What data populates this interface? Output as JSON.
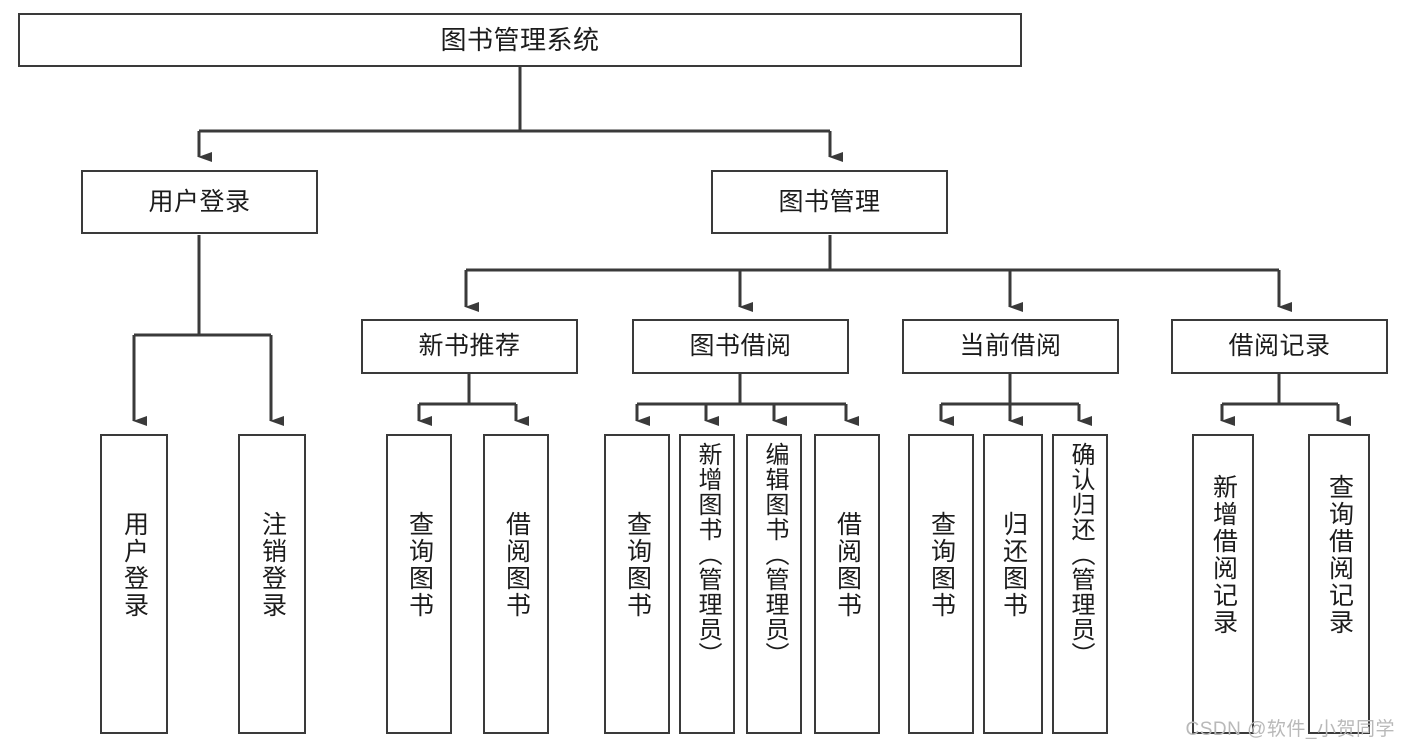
{
  "diagram": {
    "type": "tree-hierarchy-chart",
    "title": "图书管理系统",
    "watermark": "CSDN @软件_小贺同学",
    "colors": {
      "stroke": "#3a3a3a",
      "fill": "#ffffff",
      "text": "#1c1c1c",
      "watermark": "#b9b9b9"
    },
    "nodes": {
      "root": {
        "label": "图书管理系统",
        "orientation": "horizontal"
      },
      "level2": [
        {
          "id": "user-login",
          "label": "用户登录",
          "orientation": "horizontal"
        },
        {
          "id": "book-management",
          "label": "图书管理",
          "orientation": "horizontal"
        }
      ],
      "level3": [
        {
          "id": "new-book-recommend",
          "label": "新书推荐",
          "orientation": "horizontal"
        },
        {
          "id": "book-borrow",
          "label": "图书借阅",
          "orientation": "horizontal"
        },
        {
          "id": "current-borrow",
          "label": "当前借阅",
          "orientation": "horizontal"
        },
        {
          "id": "borrow-record",
          "label": "借阅记录",
          "orientation": "horizontal"
        }
      ],
      "leaves": [
        {
          "id": "leaf-user-login",
          "label": "用户登录",
          "parent": "user-login",
          "orientation": "vertical"
        },
        {
          "id": "leaf-user-logout",
          "label": "注销登录",
          "parent": "user-login",
          "orientation": "vertical"
        },
        {
          "id": "leaf-query-book-1",
          "label": "查询图书",
          "parent": "new-book-recommend",
          "orientation": "vertical"
        },
        {
          "id": "leaf-borrow-book-1",
          "label": "借阅图书",
          "parent": "new-book-recommend",
          "orientation": "vertical"
        },
        {
          "id": "leaf-query-book-2",
          "label": "查询图书",
          "parent": "book-borrow",
          "orientation": "vertical"
        },
        {
          "id": "leaf-add-book",
          "label": "新增图书（管理员）",
          "parent": "book-borrow",
          "orientation": "vertical"
        },
        {
          "id": "leaf-edit-book",
          "label": "编辑图书（管理员）",
          "parent": "book-borrow",
          "orientation": "vertical"
        },
        {
          "id": "leaf-borrow-book-2",
          "label": "借阅图书",
          "parent": "book-borrow",
          "orientation": "vertical"
        },
        {
          "id": "leaf-query-book-3",
          "label": "查询图书",
          "parent": "current-borrow",
          "orientation": "vertical"
        },
        {
          "id": "leaf-return-book",
          "label": "归还图书",
          "parent": "current-borrow",
          "orientation": "vertical"
        },
        {
          "id": "leaf-confirm-return",
          "label": "确认归还（管理员）",
          "parent": "current-borrow",
          "orientation": "vertical"
        },
        {
          "id": "leaf-add-record",
          "label": "新增借阅记录",
          "parent": "borrow-record",
          "orientation": "vertical"
        },
        {
          "id": "leaf-query-record",
          "label": "查询借阅记录",
          "parent": "borrow-record",
          "orientation": "vertical"
        }
      ]
    }
  }
}
